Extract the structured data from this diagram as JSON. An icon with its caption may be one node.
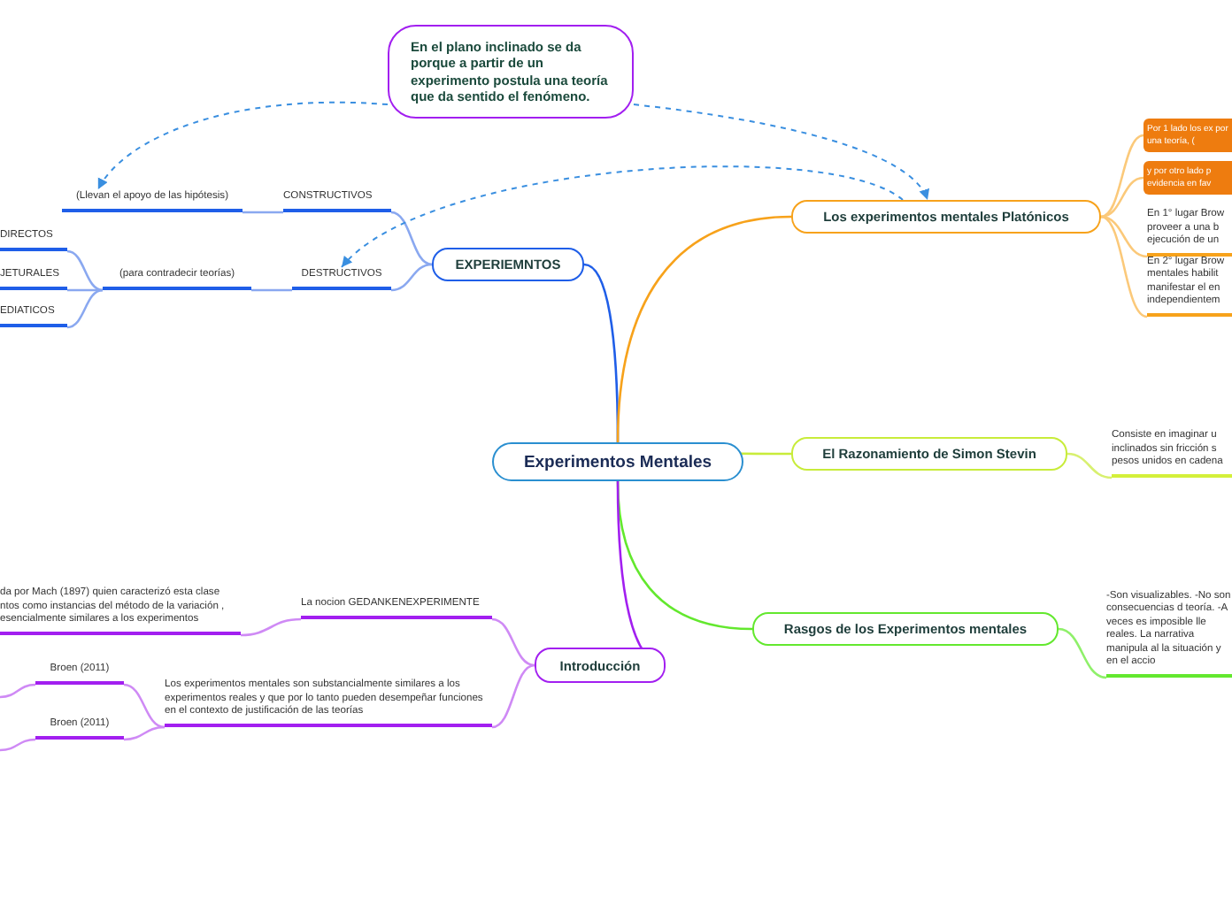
{
  "diagram": {
    "nodes": [
      {
        "text": [
          "Experimentos Mentales"
        ]
      },
      {
        "text": [
          "EXPERIEMNTOS"
        ]
      },
      {
        "text": [
          "CONSTRUCTIVOS"
        ]
      },
      {
        "text": [
          "DESTRUCTIVOS"
        ]
      },
      {
        "text": [
          "(Llevan el apoyo de las hipótesis)"
        ]
      },
      {
        "text": [
          "(para contradecir teorías)"
        ]
      },
      {
        "text": [
          "DIRECTOS"
        ]
      },
      {
        "text": [
          "JETURALES"
        ]
      },
      {
        "text": [
          "EDIATICOS"
        ]
      },
      {
        "text": [
          "Los experimentos mentales Platónicos"
        ]
      },
      {
        "text": [
          "Por 1 lado los ex por una teoría, ("
        ]
      },
      {
        "text": [
          "y por otro lado p evidencia en fav"
        ]
      },
      {
        "text": [
          "En 1° lugar Brow proveer a una b ejecución de un"
        ]
      },
      {
        "text": [
          "En 2° lugar Brow mentales habilit manifestar el en independientem"
        ]
      },
      {
        "text": [
          "El Razonamiento de Simon Stevin"
        ]
      },
      {
        "text": [
          "Consiste en imaginar u inclinados sin fricción s pesos unidos en cadena"
        ]
      },
      {
        "text": [
          "Rasgos de los Experimentos mentales"
        ]
      },
      {
        "text": [
          "-Son visualizables. -No son consecuencias d teoría. -A veces es imposible lle reales. La narrativa manipula al la situación y en el accio"
        ]
      },
      {
        "text": [
          "Introducción"
        ]
      },
      {
        "text": [
          "La nocion GEDANKENEXPERIMENTE"
        ]
      },
      {
        "text": [
          "da por Mach (1897) quien caracterizó esta clase ntos como instancias del método de la variación , esencialmente similares a los experimentos"
        ]
      },
      {
        "text": [
          "Los experimentos mentales son substancialmente similares a los experimentos reales y que por lo tanto pueden desempeñar funciones en el contexto de justificación de las teorías"
        ]
      },
      {
        "text": [
          "Broen (2011)"
        ]
      },
      {
        "text": [
          "Broen (2011)"
        ]
      },
      {
        "text": [
          "En el plano inclinado se da porque a partir de un experimento postula una teoría que da sentido el fenómeno."
        ]
      }
    ],
    "edges": [
      {
        "from": 0,
        "to": 1,
        "arrow": "none",
        "color": "#1f5ee8"
      },
      {
        "from": 1,
        "to": 2,
        "arrow": "none",
        "color": "#8aa8f0"
      },
      {
        "from": 1,
        "to": 3,
        "arrow": "none",
        "color": "#8aa8f0"
      },
      {
        "from": 2,
        "to": 4,
        "arrow": "none",
        "color": "#8aa8f0"
      },
      {
        "from": 3,
        "to": 5,
        "arrow": "none",
        "color": "#8aa8f0"
      },
      {
        "from": 5,
        "to": 6,
        "arrow": "none",
        "color": "#8aa8f0"
      },
      {
        "from": 5,
        "to": 7,
        "arrow": "none",
        "color": "#8aa8f0"
      },
      {
        "from": 5,
        "to": 8,
        "arrow": "none",
        "color": "#8aa8f0"
      },
      {
        "from": 0,
        "to": 9,
        "arrow": "none",
        "color": "#f7a21b"
      },
      {
        "from": 9,
        "to": 10,
        "arrow": "none",
        "color": "#fbc97a"
      },
      {
        "from": 9,
        "to": 11,
        "arrow": "none",
        "color": "#fbc97a"
      },
      {
        "from": 9,
        "to": 12,
        "arrow": "none",
        "color": "#fbc97a"
      },
      {
        "from": 9,
        "to": 13,
        "arrow": "none",
        "color": "#fbc97a"
      },
      {
        "from": 0,
        "to": 14,
        "arrow": "none",
        "color": "#c8ec3a"
      },
      {
        "from": 14,
        "to": 15,
        "arrow": "none",
        "color": "#d8f070"
      },
      {
        "from": 0,
        "to": 16,
        "arrow": "none",
        "color": "#63e82e"
      },
      {
        "from": 16,
        "to": 17,
        "arrow": "none",
        "color": "#8ff06a"
      },
      {
        "from": 0,
        "to": 18,
        "arrow": "none",
        "color": "#a21ff0"
      },
      {
        "from": 18,
        "to": 19,
        "arrow": "none",
        "color": "#cf8af5"
      },
      {
        "from": 19,
        "to": 20,
        "arrow": "none",
        "color": "#cf8af5"
      },
      {
        "from": 18,
        "to": 21,
        "arrow": "none",
        "color": "#cf8af5"
      },
      {
        "from": 21,
        "to": 22,
        "arrow": "none",
        "color": "#cf8af5"
      },
      {
        "from": 21,
        "to": 23,
        "arrow": "none",
        "color": "#cf8af5"
      },
      {
        "from": 22,
        "to": null,
        "arrow": "none",
        "color": "#cf8af5"
      },
      {
        "from": 23,
        "to": null,
        "arrow": "none",
        "color": "#cf8af5"
      },
      {
        "from": 24,
        "to": 4,
        "arrow": "to",
        "style": "dashed",
        "color": "#3a8fe0"
      },
      {
        "from": 24,
        "to": 9,
        "arrow": "to",
        "style": "dashed",
        "color": "#3a8fe0"
      },
      {
        "from": 9,
        "to": 3,
        "arrow": "to",
        "style": "dashed",
        "color": "#3a8fe0"
      }
    ]
  }
}
